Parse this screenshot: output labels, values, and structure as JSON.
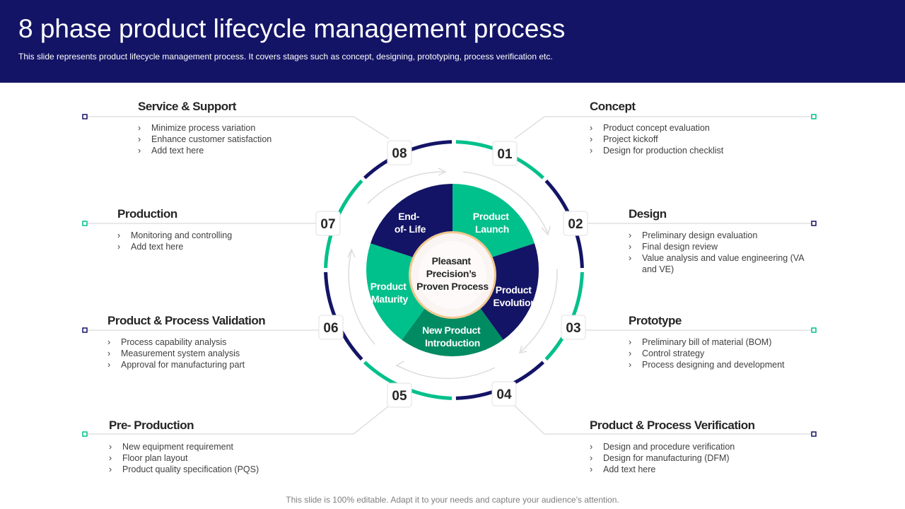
{
  "header": {
    "title": "8 phase product lifecycle management process",
    "subtitle": "This slide represents product lifecycle management process. It covers stages such as concept, designing, prototyping, process verification etc."
  },
  "colors": {
    "navy": "#141466",
    "green": "#00C08B",
    "dark_green": "#008B62",
    "header_bg": "#141466"
  },
  "center": {
    "lines": [
      "Pleasant",
      "Precision’s",
      "Proven Process"
    ]
  },
  "wheel": [
    {
      "lines": [
        "Product",
        "Launch"
      ],
      "color": "#00C08B"
    },
    {
      "lines": [
        "Product",
        "Evolution"
      ],
      "color": "#141466"
    },
    {
      "lines": [
        "New Product",
        "Introduction"
      ],
      "color": "#008B62"
    },
    {
      "lines": [
        "Product",
        "Maturity"
      ],
      "color": "#00C08B"
    },
    {
      "lines": [
        "End-",
        "of- Life"
      ],
      "color": "#141466"
    }
  ],
  "phases": [
    {
      "number": "01",
      "title": "Concept",
      "items": [
        "Product concept evaluation",
        "Project kickoff",
        "Design for production checklist"
      ]
    },
    {
      "number": "02",
      "title": "Design",
      "items": [
        "Preliminary design evaluation",
        "Final design review",
        "Value analysis and value engineering (VA and VE)"
      ]
    },
    {
      "number": "03",
      "title": "Prototype",
      "items": [
        "Preliminary bill of material (BOM)",
        "Control strategy",
        "Process designing and development"
      ]
    },
    {
      "number": "04",
      "title": "Product & Process Verification",
      "items": [
        "Design and procedure verification",
        "Design for manufacturing (DFM)",
        "Add text here"
      ]
    },
    {
      "number": "05",
      "title": "Pre- Production",
      "items": [
        "New equipment requirement",
        "Floor plan layout",
        "Product quality specification (PQS)"
      ]
    },
    {
      "number": "06",
      "title": "Product & Process Validation",
      "items": [
        "Process capability analysis",
        "Measurement system analysis",
        "Approval for manufacturing part"
      ]
    },
    {
      "number": "07",
      "title": "Production",
      "items": [
        "Monitoring and controlling",
        "Add text here"
      ]
    },
    {
      "number": "08",
      "title": "Service & Support",
      "items": [
        "Minimize process variation",
        "Enhance customer satisfaction",
        "Add text here"
      ]
    }
  ],
  "footer": "This slide is 100% editable. Adapt it to your needs and capture your audience’s attention."
}
